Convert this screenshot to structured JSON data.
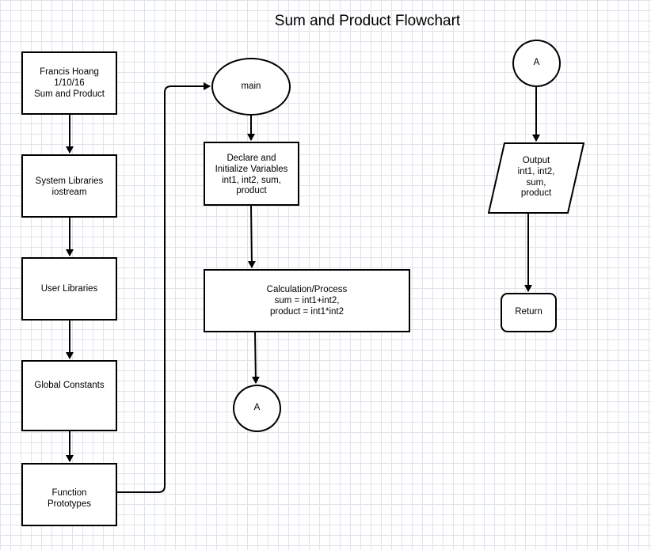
{
  "title": "Sum and Product Flowchart",
  "nodes": {
    "header": "Francis Hoang\n1/10/16\nSum and Product",
    "system_libraries": "System Libraries\niostream",
    "user_libraries": "User Libraries",
    "global_constants": "Global Constants",
    "function_prototypes": "Function\nPrototypes",
    "main": "main",
    "declare": "Declare and\nInitialize Variables\nint1, int2, sum,\nproduct",
    "calculation": "Calculation/Process\nsum = int1+int2,\nproduct = int1*int2",
    "connector_a_bottom": "A",
    "connector_a_top": "A",
    "output": "Output\nint1, int2,\nsum,\nproduct",
    "return": "Return"
  }
}
